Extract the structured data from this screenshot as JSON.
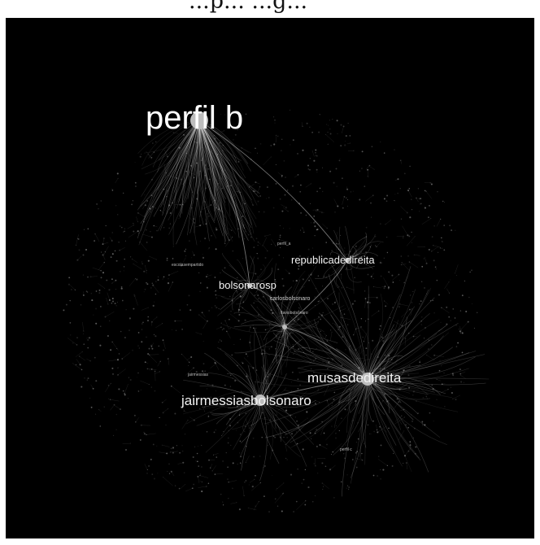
{
  "caption_fragment": "...p... ...g...",
  "graph": {
    "background": "#000000",
    "edge_color": "#ffffff",
    "node_color": "#bdbdbd",
    "labels": {
      "perfil_b": "perfil b",
      "republicadedireita": "republicadedireita",
      "bolsonarosp": "bolsonarosp",
      "carlosbolsonaro": "carlosbolsonaro",
      "flaviobolsonaro": "flaviobolsonaro",
      "musasdedireita": "musasdedireita",
      "jairmessiasbolsonaro": "jairmessiasbolsonaro",
      "perfil_a": "perfil_a",
      "escolasempartido": "escolasempartido",
      "jairmessias": "jairmessias",
      "perfil_c": "perfil c"
    }
  }
}
